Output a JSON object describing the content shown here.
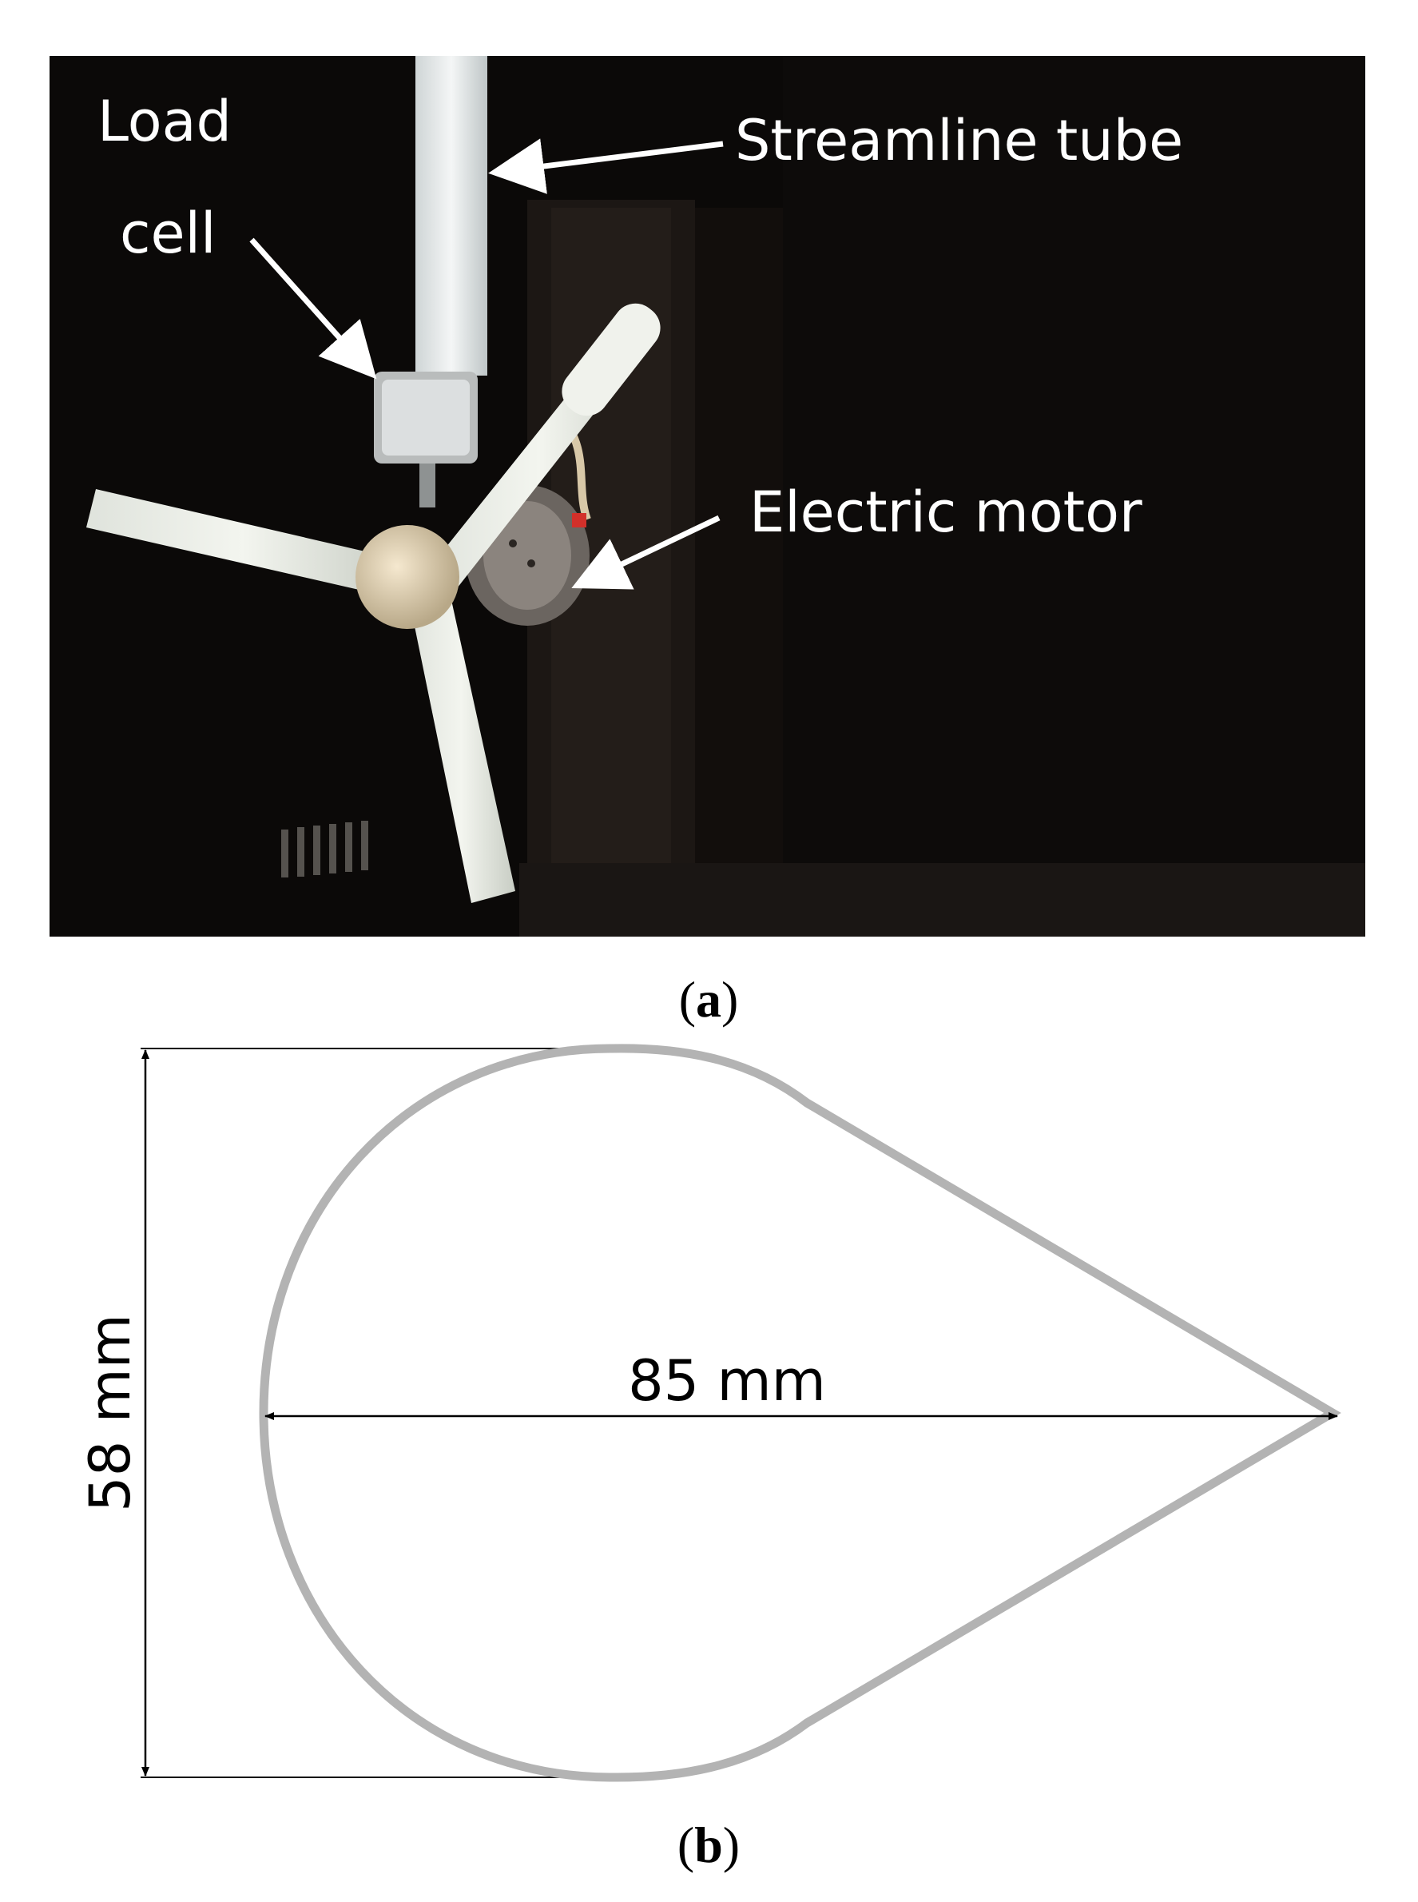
{
  "panel_a": {
    "label_open": "(",
    "label_letter": "a",
    "label_close": ")",
    "annotations": {
      "load_cell_line1": "Load",
      "load_cell_line2": "cell",
      "streamline_tube": "Streamline tube",
      "electric_motor": "Electric motor"
    }
  },
  "panel_b": {
    "label_open": "(",
    "label_letter": "b",
    "label_close": ")",
    "dimensions": {
      "height": "58 mm",
      "length": "85 mm"
    },
    "colors": {
      "profile_outline": "#b3b3b3"
    }
  },
  "colors": {
    "photo_background": "#0b0908"
  }
}
